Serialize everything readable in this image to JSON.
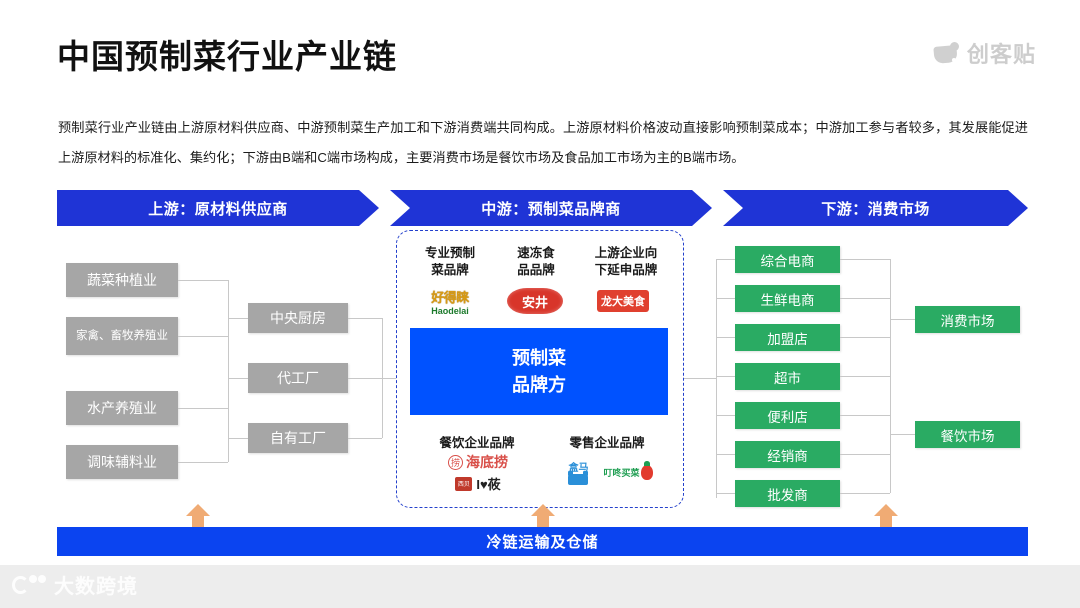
{
  "header": {
    "title": "中国预制菜行业产业链",
    "watermark_brand": "创客贴"
  },
  "description": "预制菜行业产业链由上游原材料供应商、中游预制菜生产加工和下游消费端共同构成。上游原材料价格波动直接影响预制菜成本；中游加工参与者较多，其发展能促进上游原材料的标准化、集约化；下游由B端和C端市场构成，主要消费市场是餐饮市场及食品加工市场为主的B端市场。",
  "banners": [
    {
      "label": "上游：原材料供应商"
    },
    {
      "label": "中游：预制菜品牌商"
    },
    {
      "label": "下游：消费市场"
    }
  ],
  "upstream": {
    "raw_materials": [
      {
        "label": "蔬菜种植业"
      },
      {
        "label": "家禽、畜牧养殖业"
      },
      {
        "label": "水产养殖业"
      },
      {
        "label": "调味辅料业"
      }
    ],
    "factories": [
      {
        "label": "中央厨房"
      },
      {
        "label": "代工厂"
      },
      {
        "label": "自有工厂"
      }
    ]
  },
  "midstream": {
    "top_categories": [
      {
        "label": "专业预制\n菜品牌",
        "brand": "好得睐",
        "brand_sub": "Haodelai"
      },
      {
        "label": "速冻食\n品品牌",
        "brand": "安井"
      },
      {
        "label": "上游企业向\n下延申品牌",
        "brand": "龙大美食"
      }
    ],
    "center_box": {
      "line1": "预制菜",
      "line2": "品牌方"
    },
    "bottom_categories": [
      {
        "label": "餐饮企业品牌",
        "brands": [
          "海底捞",
          "I♥莜"
        ]
      },
      {
        "label": "零售企业品牌",
        "brands": [
          "盒马",
          "叮咚买菜"
        ]
      }
    ]
  },
  "downstream": {
    "channels": [
      {
        "label": "综合电商"
      },
      {
        "label": "生鲜电商"
      },
      {
        "label": "加盟店"
      },
      {
        "label": "超市"
      },
      {
        "label": "便利店"
      },
      {
        "label": "经销商"
      },
      {
        "label": "批发商"
      }
    ],
    "markets": [
      {
        "label": "消费市场"
      },
      {
        "label": "餐饮市场"
      }
    ]
  },
  "foundation": {
    "label": "冷链运输及仓储"
  },
  "footer": {
    "watermark": "大数跨境"
  },
  "colors": {
    "banner_blue": "#1f34d6",
    "center_blue": "#0052ff",
    "coldchain_blue": "#0b44f0",
    "green": "#2aab63",
    "gray_box": "#a6a6a6",
    "arrow_orange": "#f0ab74",
    "dashed_border": "#2340cc"
  }
}
